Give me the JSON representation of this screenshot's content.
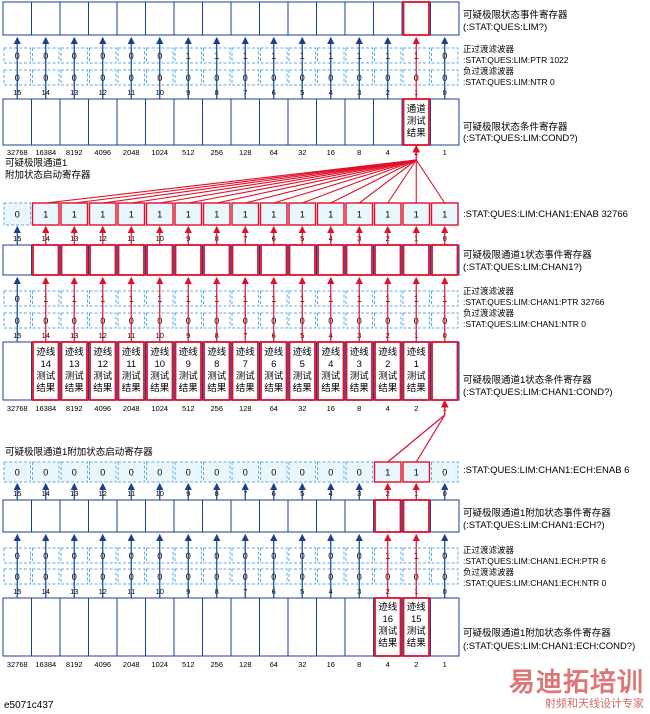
{
  "weights": [
    "32768",
    "16384",
    "8192",
    "4096",
    "2048",
    "1024",
    "512",
    "256",
    "128",
    "64",
    "32",
    "16",
    "8",
    "4",
    "2",
    "1"
  ],
  "bit_numbers": [
    "15",
    "14",
    "13",
    "12",
    "11",
    "10",
    "9",
    "8",
    "7",
    "6",
    "5",
    "4",
    "3",
    "2",
    "1",
    "0"
  ],
  "top": {
    "event_label": [
      "可疑极限状态事件寄存器",
      "(:STAT:QUES:LIM?)"
    ],
    "filter_label": [
      "正过渡滤波器",
      ":STAT:QUES:LIM:PTR 1022",
      "负过渡滤波器",
      ":STAT:QUES:LIM:NTR 0"
    ],
    "ptr_bits": [
      "0",
      "0",
      "0",
      "0",
      "0",
      "0",
      "1",
      "1",
      "1",
      "1",
      "1",
      "1",
      "1",
      "1",
      "1",
      "0"
    ],
    "ntr_bits": [
      "0",
      "0",
      "0",
      "0",
      "0",
      "0",
      "0",
      "0",
      "0",
      "0",
      "0",
      "0",
      "0",
      "0",
      "0",
      "0"
    ],
    "cond_label": [
      "可疑极限状态条件寄存器",
      "(:STAT:QUES:LIM:COND?)"
    ],
    "cond_text": [
      "通道",
      "测试",
      "结果"
    ]
  },
  "chan1": {
    "title": [
      "可疑极限通道1",
      "附加状态启动寄存器"
    ],
    "enab_bits": [
      "0",
      "1",
      "1",
      "1",
      "1",
      "1",
      "1",
      "1",
      "1",
      "1",
      "1",
      "1",
      "1",
      "1",
      "1",
      "1"
    ],
    "enab_label": ":STAT:QUES:LIM:CHAN1:ENAB 32766",
    "event_label": [
      "可疑极限通道1状态事件寄存器",
      "(:STAT:QUES:LIM:CHAN1?)"
    ],
    "filter_label": [
      "正过渡滤波器",
      ":STAT:QUES:LIM:CHAN1:PTR 32766",
      "负过渡滤波器",
      ":STAT:QUES:LIM:CHAN1:NTR 0"
    ],
    "ptr_bits": [
      "0",
      "1",
      "1",
      "1",
      "1",
      "1",
      "1",
      "1",
      "1",
      "1",
      "1",
      "1",
      "1",
      "1",
      "1",
      "1"
    ],
    "ntr_bits": [
      "0",
      "0",
      "0",
      "0",
      "0",
      "0",
      "0",
      "0",
      "0",
      "0",
      "0",
      "0",
      "0",
      "0",
      "0",
      "0"
    ],
    "trace_nums": [
      "14",
      "13",
      "12",
      "11",
      "10",
      "9",
      "8",
      "7",
      "6",
      "5",
      "4",
      "3",
      "2",
      "1"
    ],
    "trace_word": "迹线",
    "test_word": "测试",
    "result_word": "结果",
    "cond_label": [
      "可疑极限通道1状态条件寄存器",
      "(:STAT:QUES:LIM:CHAN1:COND?)"
    ]
  },
  "ech": {
    "title": "可疑极限通道1附加状态启动寄存器",
    "enab_bits": [
      "0",
      "0",
      "0",
      "0",
      "0",
      "0",
      "0",
      "0",
      "0",
      "0",
      "0",
      "0",
      "0",
      "1",
      "1",
      "0"
    ],
    "enab_label": ":STAT:QUES:LIM:CHAN1:ECH:ENAB 6",
    "event_label": [
      "可疑极限通道1附加状态事件寄存器",
      "(:STAT:QUES:LIM:CHAN1:ECH?)"
    ],
    "filter_label": [
      "正过渡滤波器",
      ":STAT:QUES:LIM:CHAN1:ECH:PTR 6",
      "负过渡滤波器",
      ":STAT:QUES:LIM:CHAN1:ECH:NTR 0"
    ],
    "ptr_bits": [
      "0",
      "0",
      "0",
      "0",
      "0",
      "0",
      "0",
      "0",
      "0",
      "0",
      "0",
      "0",
      "0",
      "1",
      "1",
      "0"
    ],
    "ntr_bits": [
      "0",
      "0",
      "0",
      "0",
      "0",
      "0",
      "0",
      "0",
      "0",
      "0",
      "0",
      "0",
      "0",
      "0",
      "0",
      "0"
    ],
    "trace_nums": [
      "16",
      "15"
    ],
    "cond_label": [
      "可疑极限通道1附加状态条件寄存器",
      "(:STAT:QUES:LIM:CHAN1:ECH:COND?)"
    ]
  },
  "watermark": {
    "logo": "易迪拓培训",
    "tagline": "射频和天线设计专家"
  },
  "figure_id": "e5071c437"
}
